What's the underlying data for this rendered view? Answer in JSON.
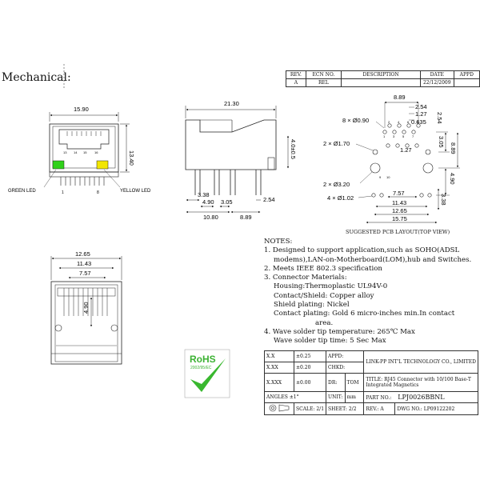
{
  "header": {
    "title": "Mechanical:"
  },
  "revision_table": {
    "headers": [
      "REV.",
      "ECN NO.",
      "DESCRIPTION",
      "DATE",
      "APPD"
    ],
    "rows": [
      [
        "A",
        "REL",
        "",
        "22/12/2009",
        ""
      ]
    ]
  },
  "front_view": {
    "width_label": "15.90",
    "height_label": "13.40",
    "green_led": "GREEN LED",
    "yellow_led": "YELLOW LED",
    "pin1": "1",
    "pin8": "8",
    "pin13": "13",
    "pin16": "16",
    "pin15": "15",
    "pin14": "14"
  },
  "side_view": {
    "width_label": "21.30",
    "height_label": "4.0±0.5",
    "dim_338": "3.38",
    "dim_490": "4.90",
    "dim_305": "3.05",
    "dim_254": "2.54",
    "dim_1080": "10.80",
    "dim_889": "8.89"
  },
  "bottom_view": {
    "dim_1265": "12.65",
    "dim_1143": "11.43",
    "dim_757": "7.57",
    "dim_490": "4.90"
  },
  "pcb_layout": {
    "dim_889": "8.89",
    "dim_254a": "2.54",
    "dim_127a": "1.27",
    "dim_0635": "0.635",
    "dim_254b": "2.54",
    "hole_090": "8 × Ø0.90",
    "hole_170": "2 × Ø1.70",
    "dim_127b": "1.27",
    "dim_305": "3.05",
    "dim_889v": "8.89",
    "hole_320": "2 × Ø3.20",
    "dim_490": "4.90",
    "dim_757": "7.57",
    "hole_102": "4 × Ø1.02",
    "dim_338": "3.38",
    "dim_1143": "11.43",
    "dim_1265": "12.65",
    "dim_1575": "15.75",
    "caption": "SUGGESTED PCB LAYOUT(TOP VIEW)",
    "pin_labels": [
      "1",
      "2",
      "3",
      "4",
      "5",
      "6",
      "7",
      "8",
      "9",
      "10"
    ]
  },
  "notes": {
    "heading": "NOTES:",
    "lines": [
      "1. Designed to support application,such as SOHO(ADSL",
      "modems),LAN-on-Motherboard(LOM),hub and Switches.",
      "2. Meets IEEE 802.3 specification",
      "3. Connector Materials:",
      "Housing:Thermoplastic UL94V-0",
      "Contact/Shield: Copper alloy",
      "Shield plating: Nickel",
      "Contact plating: Gold 6 micro-inches min.In contact",
      "area.",
      "4. Wave solder tip temperature: 265℃ Max",
      "Wave solder tip time: 5 Sec Max"
    ]
  },
  "rohs": {
    "text": "RoHS",
    "sub": "2002/95/EC"
  },
  "title_block": {
    "tol1_label": "X.X",
    "tol1": "±0.25",
    "tol2_label": "X.XX",
    "tol2": "±0.20",
    "tol3_label": "X.XXX",
    "tol3": "±0.00",
    "angles_label": "ANGLES ±1°",
    "appd": "APPD:",
    "chkd": "CHKD:",
    "dr_label": "DR:",
    "dr": "TOM",
    "unit_label": "UNIT:",
    "unit": "mm",
    "company": "LINK-PP INT'L TECHNOLOGY CO., LIMITED",
    "title_label": "TITLE:",
    "title": "RJ45 Connector with 10/100 Base-T Integrated Magnetics",
    "part_label": "PART NO.:",
    "part_no": "LPJ0026BBNL",
    "scale_label": "SCALE:",
    "scale": "2/1",
    "sheet_label": "SHEET:",
    "sheet": "2/2",
    "rev_label": "REV.:",
    "rev": "A",
    "dwg_label": "DWG NO.:",
    "dwg": "LP09122202"
  }
}
